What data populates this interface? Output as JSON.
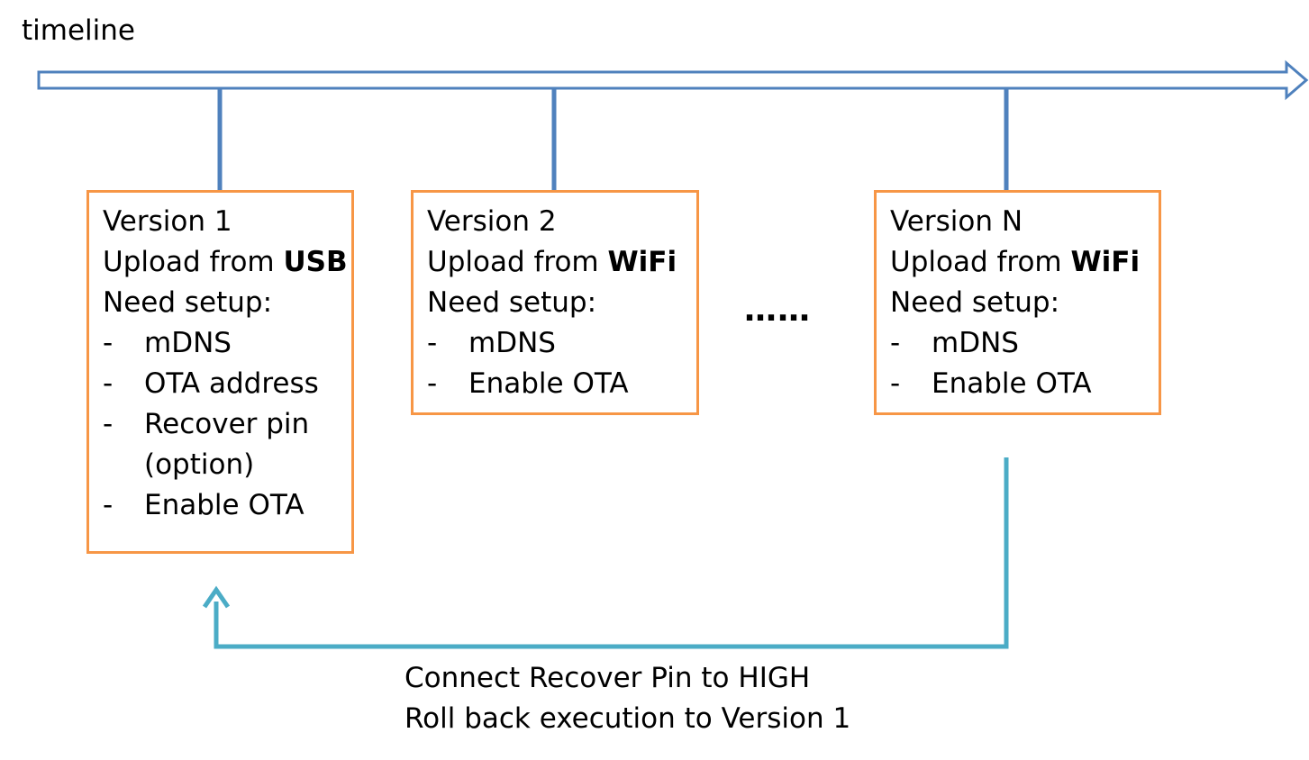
{
  "timeline_label": "timeline",
  "colors": {
    "timeline": "#4F81BD",
    "box_border": "#F79646",
    "rollback_arrow": "#4BACC6"
  },
  "versions": [
    {
      "title": "Version 1",
      "upload_prefix": "Upload from ",
      "upload_source": "USB",
      "setup_label": "Need setup:",
      "items": [
        {
          "dash": "-",
          "text": "mDNS"
        },
        {
          "dash": "-",
          "text": "OTA address"
        },
        {
          "dash": "-",
          "text": "Recover pin"
        },
        {
          "dash": "",
          "text": "(option)"
        },
        {
          "dash": "-",
          "text": "Enable OTA"
        }
      ]
    },
    {
      "title": "Version 2",
      "upload_prefix": "Upload from ",
      "upload_source": "WiFi",
      "setup_label": "Need setup:",
      "items": [
        {
          "dash": "-",
          "text": "mDNS"
        },
        {
          "dash": "-",
          "text": "Enable OTA"
        }
      ]
    },
    {
      "title": "Version N",
      "upload_prefix": "Upload from ",
      "upload_source": "WiFi",
      "setup_label": "Need setup:",
      "items": [
        {
          "dash": "-",
          "text": "mDNS"
        },
        {
          "dash": "-",
          "text": "Enable OTA"
        }
      ]
    }
  ],
  "ellipsis": "……",
  "rollback": {
    "line1": "Connect Recover Pin to HIGH",
    "line2": "Roll back execution to Version 1"
  }
}
